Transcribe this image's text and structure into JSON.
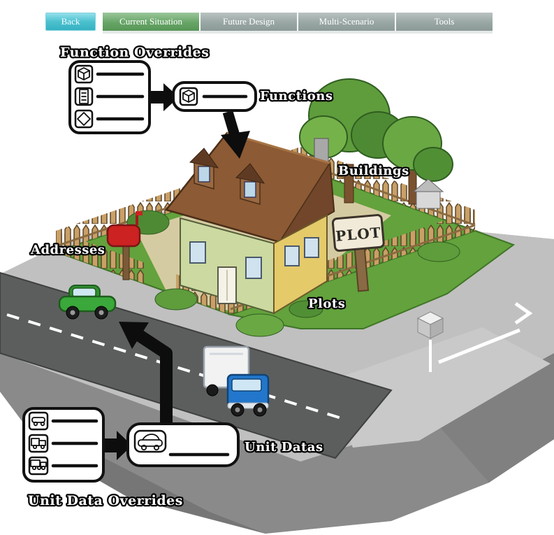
{
  "toolbar": {
    "back": "Back",
    "tabs": [
      {
        "label": "Current Situation"
      },
      {
        "label": "Future Design"
      },
      {
        "label": "Multi-Scenario"
      },
      {
        "label": "Tools"
      }
    ]
  },
  "diagram": {
    "labels": {
      "function_overrides": "Function Overrides",
      "functions": "Functions",
      "buildings": "Buildings",
      "addresses": "Addresses",
      "plots": "Plots",
      "unit_datas": "Unit Datas",
      "unit_data_overrides": "Unit Data Overrides"
    },
    "plot_sign": "PLOT"
  },
  "colors": {
    "back_button": "#3cb8c8",
    "tab_active": "#67a567",
    "tab_inactive": "#99a7a4",
    "label_fill": "#ffffff",
    "label_stroke": "#000000",
    "terrain": "#9b9b9b",
    "terrain_top": "#c0c0c0",
    "road": "#5c5e5e",
    "lawn": "#63a23c",
    "dirt": "#d5cba2",
    "roof": "#8c5a34",
    "wall_front": "#ccd9a0",
    "wall_side": "#e5ca6a",
    "fence": "#c9a066",
    "car": "#3aa83a",
    "truck_cab": "#2277cc",
    "mailbox": "#cc2222",
    "plot_sign_bg": "#f2ead8"
  }
}
